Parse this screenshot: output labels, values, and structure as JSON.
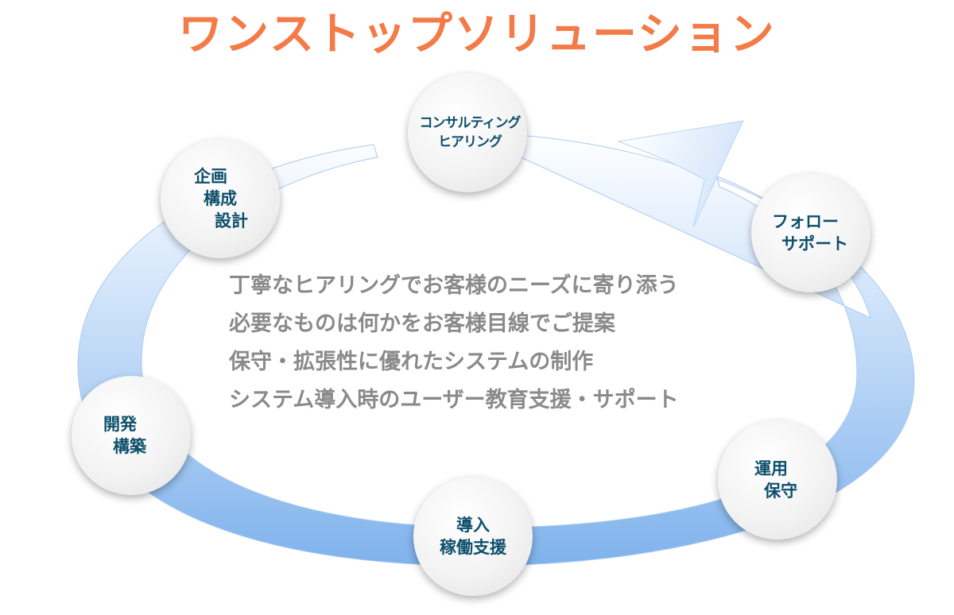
{
  "title": "ワンストップソリューション",
  "nodes": {
    "consulting": [
      "コンサルティング",
      "ヒアリング"
    ],
    "planning": [
      "企画",
      "構成",
      "設計"
    ],
    "follow": [
      "フォロー",
      "サポート"
    ],
    "development": [
      "開発",
      "構築"
    ],
    "introduction": [
      "導入",
      "稼働支援"
    ],
    "operation": [
      "運用",
      "保守"
    ]
  },
  "messages": [
    "丁寧なヒアリングでお客様のニーズに寄り添う",
    "必要なものは何かをお客様目線でご提案",
    "保守・拡張性に優れたシステムの制作",
    "システム導入時のユーザー教育支援・サポート"
  ],
  "colors": {
    "title": "#f47a47",
    "node_text": "#0d4f6b",
    "message_text": "#8a8a8a",
    "ring_dark": "#7fb2ec",
    "ring_light": "#ffffff"
  }
}
